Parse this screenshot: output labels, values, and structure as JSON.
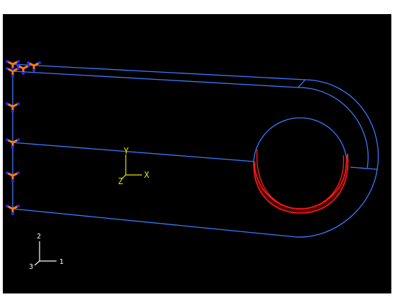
{
  "viewport": {
    "background": "#000000",
    "edge_color": "#3a7bff",
    "load_color": "#ff1a1a",
    "load_hatch_color": "#b00000",
    "bc_color_orange": "#ff7a1a",
    "bc_color_blue": "#1e2aff"
  },
  "model_triad": {
    "x_label": "X",
    "y_label": "Y",
    "z_label": "Z",
    "color": "#e6e600"
  },
  "view_triad": {
    "axis1_label": "1",
    "axis2_label": "2",
    "axis3_label": "3",
    "color": "#ffffff"
  },
  "boundary_condition_symbols": {
    "count": 8,
    "icon": "encastre-bc-icon"
  },
  "load": {
    "icon": "bearing-pressure-load-icon"
  }
}
